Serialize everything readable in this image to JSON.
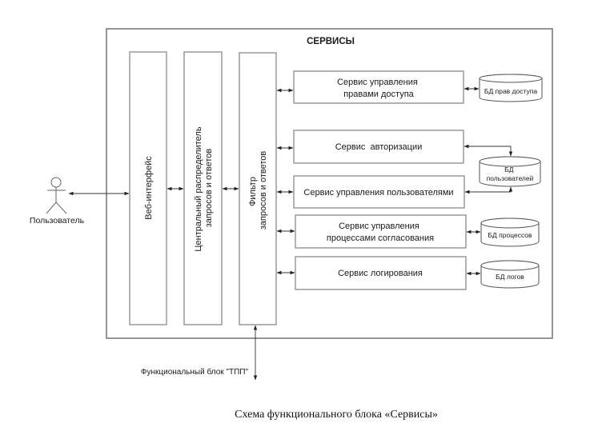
{
  "diagram": {
    "container_title": "СЕРВИСЫ",
    "actor": {
      "label": "Пользователь",
      "icon": "stick-figure-icon"
    },
    "pipeline": [
      {
        "id": "web",
        "lines": [
          "Веб-интерфейс"
        ]
      },
      {
        "id": "dispatcher",
        "lines": [
          "Центральный распределитель",
          "запросов и ответов"
        ]
      },
      {
        "id": "filter",
        "lines": [
          "Фильтр",
          "запросов и ответов"
        ]
      }
    ],
    "services": [
      {
        "id": "access",
        "lines": [
          "Сервис управления",
          "правами доступа"
        ]
      },
      {
        "id": "auth",
        "lines": [
          "Сервис  авторизации"
        ]
      },
      {
        "id": "users",
        "lines": [
          "Сервис управления пользователями"
        ]
      },
      {
        "id": "approval",
        "lines": [
          "Сервис управления",
          "процессами согласования"
        ]
      },
      {
        "id": "logging",
        "lines": [
          "Сервис логирования"
        ]
      }
    ],
    "databases": [
      {
        "id": "db-access",
        "lines": [
          "БД прав доступа"
        ]
      },
      {
        "id": "db-users",
        "lines": [
          "БД",
          "пользователей"
        ]
      },
      {
        "id": "db-processes",
        "lines": [
          "БД процессов"
        ]
      },
      {
        "id": "db-logs",
        "lines": [
          "БД логов"
        ]
      }
    ],
    "external_block": "Функциональный блок \"ТПП\"",
    "caption": "Схема функционального блока «Сервисы»"
  }
}
